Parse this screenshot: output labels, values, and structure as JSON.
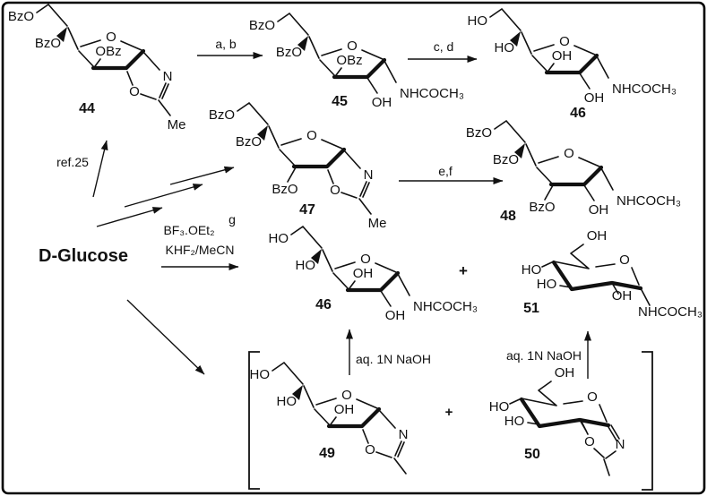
{
  "figure": {
    "type": "chemical-reaction-scheme",
    "background": "#ffffff",
    "border_color": "#000000",
    "ink_color": "#111111"
  },
  "start_material": "D-Glucose",
  "plus": "+",
  "reagents": {
    "ab": "a, b",
    "cd": "c, d",
    "ef": "e,f",
    "ref25": "ref.25",
    "g": "g",
    "bf3": "BF₃.OEt₂",
    "khf2": "KHF₂/MeCN",
    "naoh_left": "aq. 1N NaOH",
    "naoh_right": "aq. 1N NaOH"
  },
  "atoms": {
    "O": "O",
    "N": "N",
    "OH": "OH",
    "HO": "HO",
    "BzO": "BzO",
    "OBz": "OBz",
    "Me": "Me",
    "NHAc": "NHCOCH₃"
  },
  "compounds": {
    "c44": "44",
    "c45": "45",
    "c46": "46",
    "c47": "47",
    "c48": "48",
    "c49": "49",
    "c50": "50",
    "c51": "51"
  }
}
